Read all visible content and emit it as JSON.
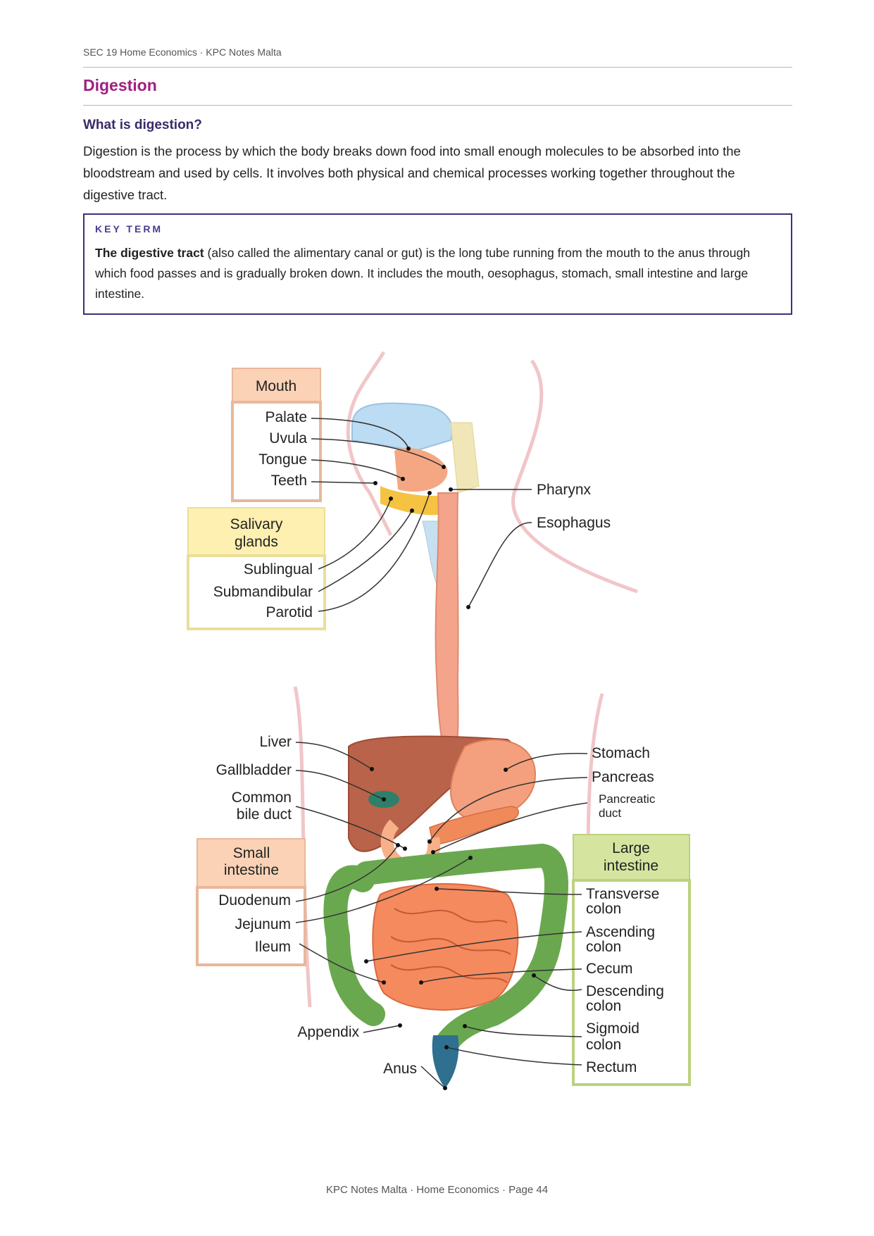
{
  "header": {
    "text": "SEC 19 Home Economics  ·  KPC Notes Malta"
  },
  "page_title": "Digestion",
  "section": {
    "heading": "What is digestion?",
    "paragraph": "Digestion is the process by which the body breaks down food into small enough molecules to be absorbed into the bloodstream and used by cells. It involves both physical and chemical processes working together throughout the digestive tract."
  },
  "key_term": {
    "label": "KEY TERM",
    "term": "The digestive tract",
    "definition": " (also called the alimentary canal or gut) is the long tube running from the mouth to the anus through which food passes and is gradually broken down. It includes the mouth, oesophagus, stomach, small intestine and large intestine."
  },
  "diagram": {
    "groups": {
      "mouth": {
        "title": "Mouth",
        "items": [
          "Palate",
          "Uvula",
          "Tongue",
          "Teeth"
        ]
      },
      "salivary": {
        "title_line1": "Salivary",
        "title_line2": "glands",
        "items": [
          "Sublingual",
          "Submandibular",
          "Parotid"
        ]
      },
      "small_intestine": {
        "title_line1": "Small",
        "title_line2": "intestine",
        "items": [
          "Duodenum",
          "Jejunum",
          "Ileum"
        ]
      },
      "large_intestine": {
        "title_line1": "Large",
        "title_line2": "intestine",
        "items": [
          "Transverse",
          "colon",
          "Ascending",
          "colon",
          "Cecum",
          "Descending",
          "colon",
          "Sigmoid",
          "colon",
          "Rectum"
        ]
      }
    },
    "labels": {
      "pharynx": "Pharynx",
      "esophagus": "Esophagus",
      "liver": "Liver",
      "gallbladder": "Gallbladder",
      "common_bile_duct_1": "Common",
      "common_bile_duct_2": "bile duct",
      "stomach": "Stomach",
      "pancreas": "Pancreas",
      "pancreatic_duct_1": "Pancreatic",
      "pancreatic_duct_2": "duct",
      "appendix": "Appendix",
      "anus": "Anus"
    },
    "colors": {
      "mouth_box": "#fbd2b6",
      "salivary_box": "#fdf0b0",
      "small_box": "#fbd2b6",
      "large_box": "#d5e5a0",
      "liver": "#b9634a",
      "stomach": "#f4a07e",
      "pancreas": "#f08a5a",
      "small_intestine": "#f58a5e",
      "large_intestine": "#6aa84f",
      "esophagus": "#f4a48a",
      "body_outline": "#f1c6c9"
    }
  },
  "footer": {
    "text": "KPC Notes Malta  ·  Home Economics  ·  Page 44"
  }
}
